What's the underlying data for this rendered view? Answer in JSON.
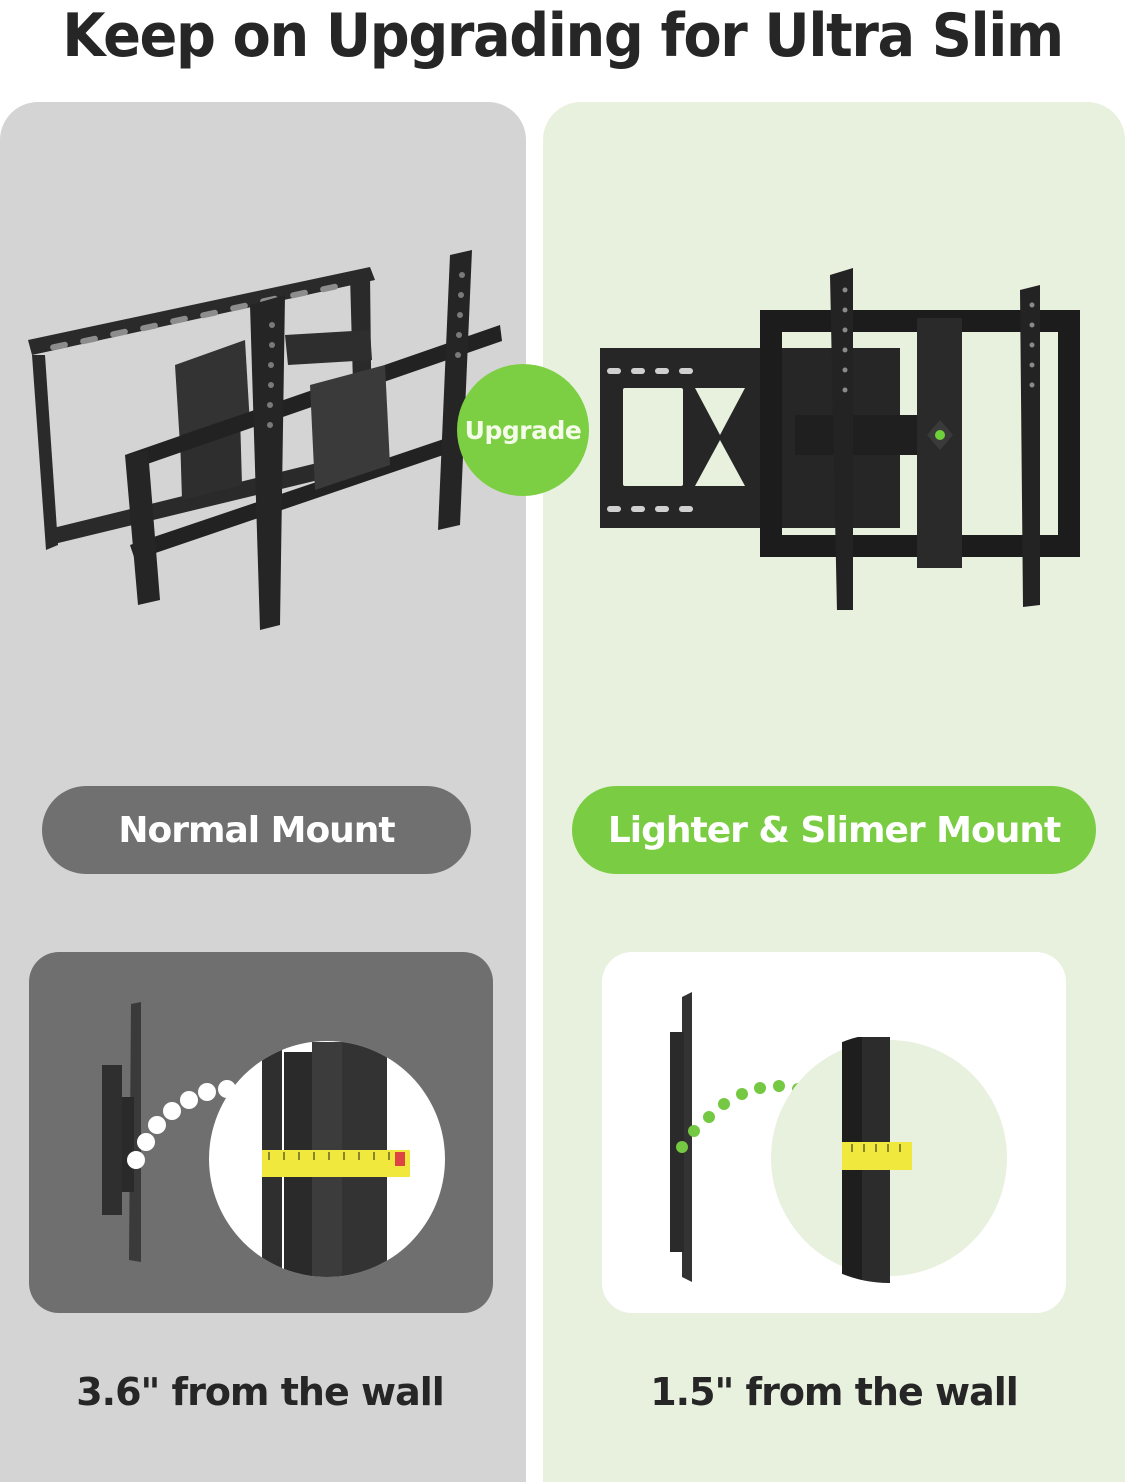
{
  "header": {
    "title": "Keep on Upgrading for Ultra Slim"
  },
  "badge": {
    "label": "Upgrade",
    "color": "#7ccf43"
  },
  "comparison": {
    "left": {
      "panel_color": "#d4d4d4",
      "product_image": "full-motion-tv-mount-normal",
      "label": "Normal Mount",
      "label_color": "#707070",
      "side_view_image": "side-profile-with-tape-measure",
      "distance_caption": "3.6\" from the wall"
    },
    "right": {
      "panel_color": "#e8f0de",
      "product_image": "full-motion-tv-mount-slim",
      "label": "Lighter & Slimer Mount",
      "label_color": "#7acd42",
      "side_view_image": "side-profile-with-tape-measure",
      "distance_caption": "1.5\" from the wall"
    }
  }
}
